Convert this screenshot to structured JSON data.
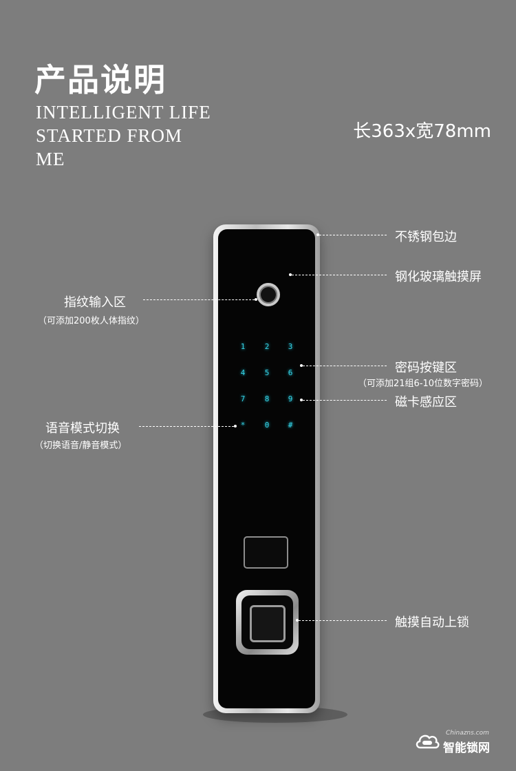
{
  "header": {
    "title": "产品说明",
    "subtitle_lines": [
      "INTELLIGENT LIFE",
      "STARTED FROM",
      "ME"
    ],
    "dimension": "长363x宽78mm"
  },
  "keypad": {
    "keys": [
      "1",
      "2",
      "3",
      "4",
      "5",
      "6",
      "7",
      "8",
      "9",
      "*",
      "0",
      "#"
    ],
    "key_color": "#36d4e6"
  },
  "callouts": {
    "stainless_edge": "不锈钢包边",
    "tempered_glass": "钢化玻璃触摸屏",
    "fingerprint_area": "指纹输入区",
    "fingerprint_note": "（可添加200枚人体指纹）",
    "password_keys": "密码按键区",
    "password_note": "（可添加21组6-10位数字密码）",
    "card_area": "磁卡感应区",
    "voice_mode": "语音模式切换",
    "voice_note": "（切换语音/静音模式）",
    "auto_lock": "触摸自动上锁"
  },
  "watermark": {
    "en": "Chinazns.com",
    "cn": "智能锁网"
  },
  "colors": {
    "background": "#7d7d7d",
    "panel": "#050505",
    "text": "#ffffff"
  }
}
